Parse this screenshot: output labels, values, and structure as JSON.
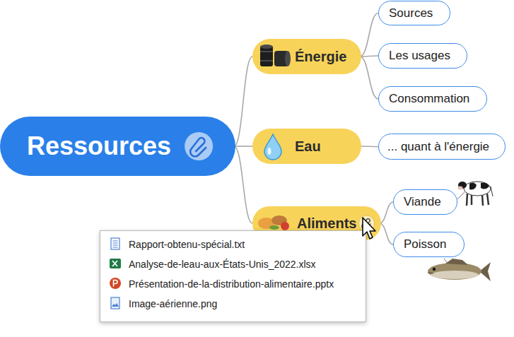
{
  "diagram": {
    "nodes": [
      {
        "text": [
          "Ressources"
        ]
      },
      {
        "text": [
          "Énergie"
        ]
      },
      {
        "text": [
          "Sources"
        ]
      },
      {
        "text": [
          "Les usages"
        ]
      },
      {
        "text": [
          "Consommation"
        ]
      },
      {
        "text": [
          "Eau"
        ]
      },
      {
        "text": [
          "... quant à l'énergie"
        ]
      },
      {
        "text": [
          "Aliments"
        ]
      },
      {
        "text": [
          "Viande"
        ]
      },
      {
        "text": [
          "Poisson"
        ]
      },
      {
        "text": [
          "Rapport-obtenu-spécial.txt",
          "Analyse-de-leau-aux-États-Unis_2022.xlsx",
          "Présentation-de-la-distribution-alimentaire.pptx",
          "Image-aérienne.png"
        ]
      }
    ],
    "edges": [
      {
        "from": 0,
        "to": 1,
        "arrow": "none"
      },
      {
        "from": 0,
        "to": 5,
        "arrow": "none"
      },
      {
        "from": 0,
        "to": 7,
        "arrow": "none"
      },
      {
        "from": 1,
        "to": 2,
        "arrow": "none"
      },
      {
        "from": 1,
        "to": 3,
        "arrow": "none"
      },
      {
        "from": 1,
        "to": 4,
        "arrow": "none"
      },
      {
        "from": 5,
        "to": 6,
        "arrow": "none"
      },
      {
        "from": 7,
        "to": 8,
        "arrow": "none"
      },
      {
        "from": 7,
        "to": 9,
        "arrow": "none"
      }
    ]
  }
}
